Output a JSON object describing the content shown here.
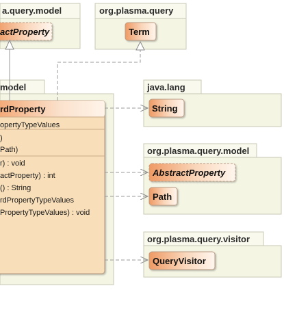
{
  "packages": {
    "model_top": {
      "title": "a.query.model",
      "class_name": "actProperty"
    },
    "query_top": {
      "title": "org.plasma.query",
      "class_name": "Term"
    },
    "model_main": {
      "title": "model"
    },
    "java_lang": {
      "title": "java.lang",
      "class_name": "String"
    },
    "query_model": {
      "title": "org.plasma.query.model",
      "classes": [
        "AbstractProperty",
        "Path"
      ]
    },
    "query_visitor": {
      "title": "org.plasma.query.visitor",
      "class_name": "QueryVisitor"
    }
  },
  "main_class": {
    "name": "rdProperty",
    "attribute": "opertyTypeValues",
    "constructors": [
      ")",
      "Path)"
    ],
    "methods": [
      "r) : void",
      "actProperty) : int",
      "() : String",
      "rdPropertyTypeValues",
      "PropertyTypeValues) : void"
    ]
  },
  "colors": {
    "package_fill": "#f5f5e4",
    "package_tab": "#f9f9ed",
    "package_stroke": "#c8c8b4",
    "class_gradient_start": "#f0a070",
    "class_gradient_end": "#fdf2e6",
    "main_body": "#f9dfb9",
    "connector": "#9a9a9a"
  }
}
